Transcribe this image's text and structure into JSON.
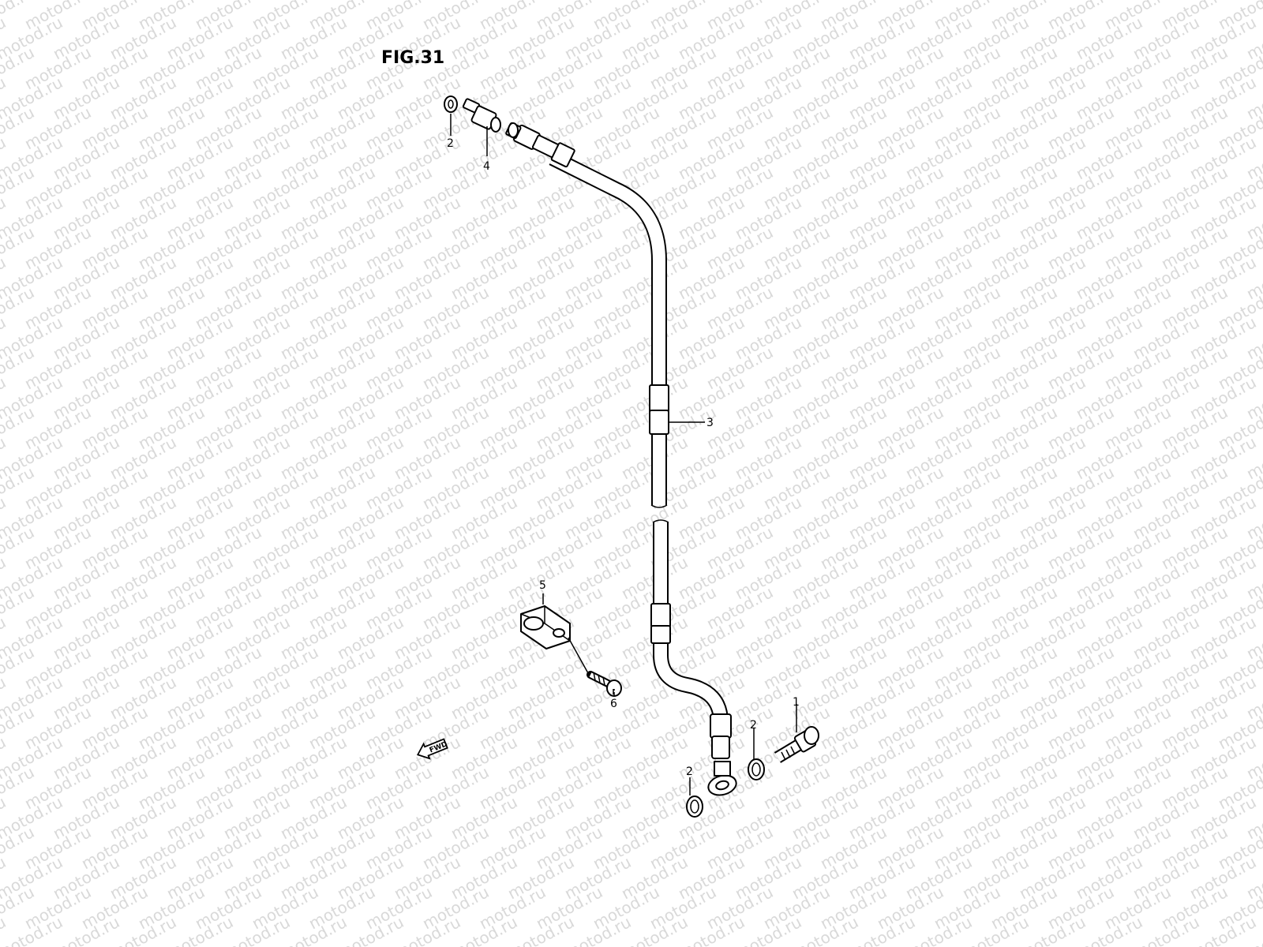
{
  "figure_title": "FIG.31",
  "watermark": "motod.ru",
  "direction_badge": "FWD",
  "callouts": {
    "union_bolt": "1",
    "gasket_top": "2",
    "gasket_mid": "2",
    "gasket_bottom": "2",
    "brake_hose": "3",
    "joint_adaptor": "4",
    "hose_clamp": "5",
    "clamp_bolt": "6"
  },
  "colors": {
    "line": "#000000",
    "watermark": "#d9d9d9",
    "background": "#ffffff"
  }
}
